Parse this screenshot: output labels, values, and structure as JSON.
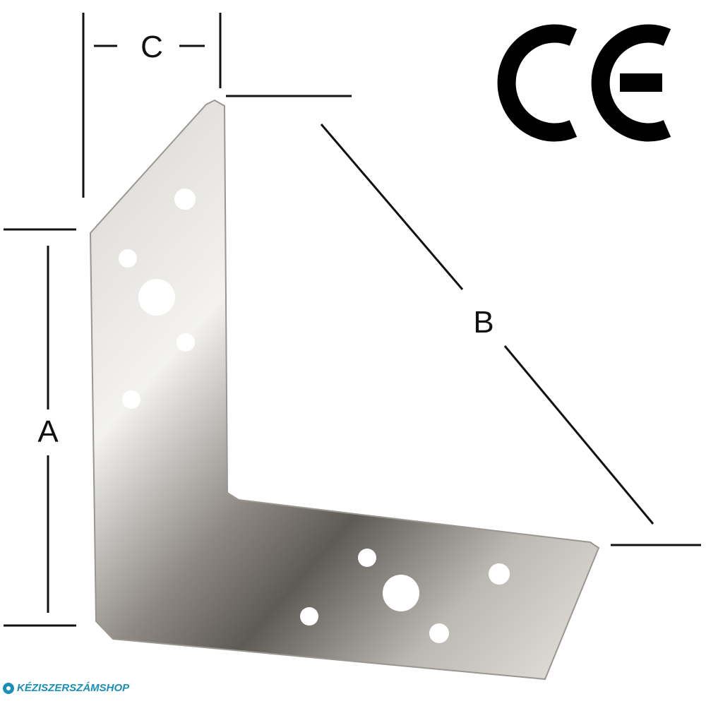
{
  "dimensions": {
    "a": "A",
    "b": "B",
    "c": "C"
  },
  "certification_mark": "CE",
  "watermark": "KÉZISZERSZÁMSHOP",
  "colors": {
    "line": "#111111",
    "metal_light": "#e6e4e0",
    "metal_dark": "#5e5a56",
    "watermark": "#1a8fb8"
  }
}
